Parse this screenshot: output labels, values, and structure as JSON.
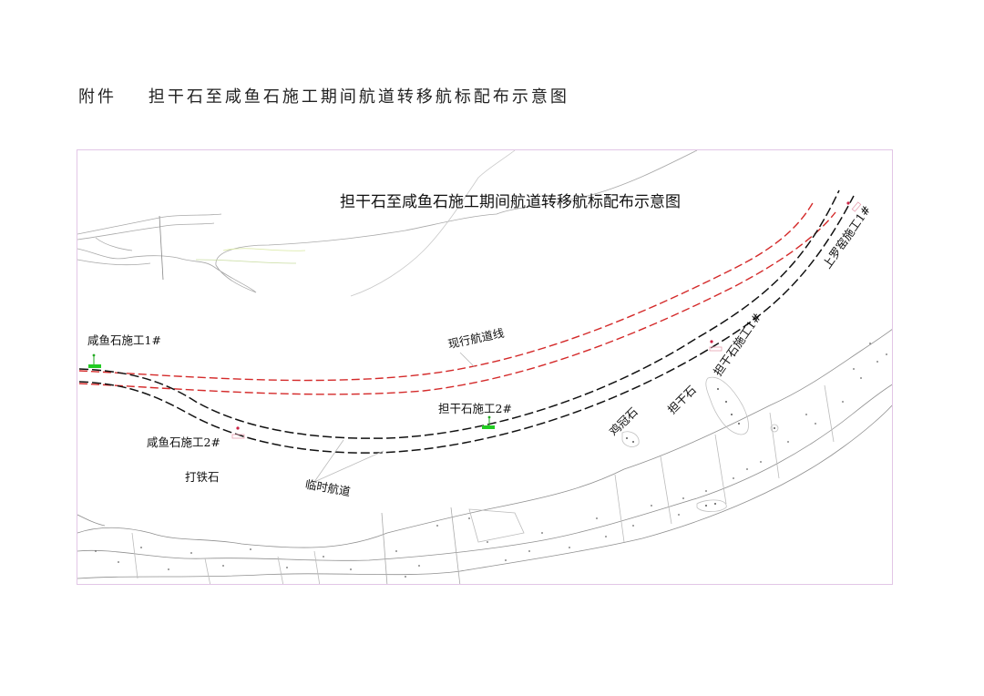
{
  "page": {
    "heading": "附件    担干石至咸鱼石施工期间航道转移航标配布示意图"
  },
  "map": {
    "title": "担干石至咸鱼石施工期间航道转移航标配布示意图",
    "border_color": "#e2c6e6",
    "colors": {
      "existing_channel": "#d42a2a",
      "temporary_channel": "#111111",
      "shoreline": "#9a9a9a",
      "buoy_green": "#22cc22",
      "buoy_red": "#cc2244"
    },
    "labels": {
      "xianyushi_1": "咸鱼石施工1#",
      "xianyushi_2": "咸鱼石施工2#",
      "datieshi": "打铁石",
      "temporary_channel": "临时航道",
      "existing_channel": "现行航道线",
      "danganshi_2": "担干石施工2#",
      "jiguanshi": "鸡冠石",
      "danganshi": "担干石",
      "danganshi_1": "担干石施工1#",
      "shangluoyao_1": "上罗窑施工1#"
    },
    "markers": [
      {
        "name": "咸鱼石施工1#",
        "type": "green-buoy"
      },
      {
        "name": "咸鱼石施工2#",
        "type": "red-buoy"
      },
      {
        "name": "担干石施工2#",
        "type": "green-buoy"
      },
      {
        "name": "担干石施工1#",
        "type": "red-buoy"
      },
      {
        "name": "上罗窑施工1#",
        "type": "red-buoy"
      }
    ]
  }
}
